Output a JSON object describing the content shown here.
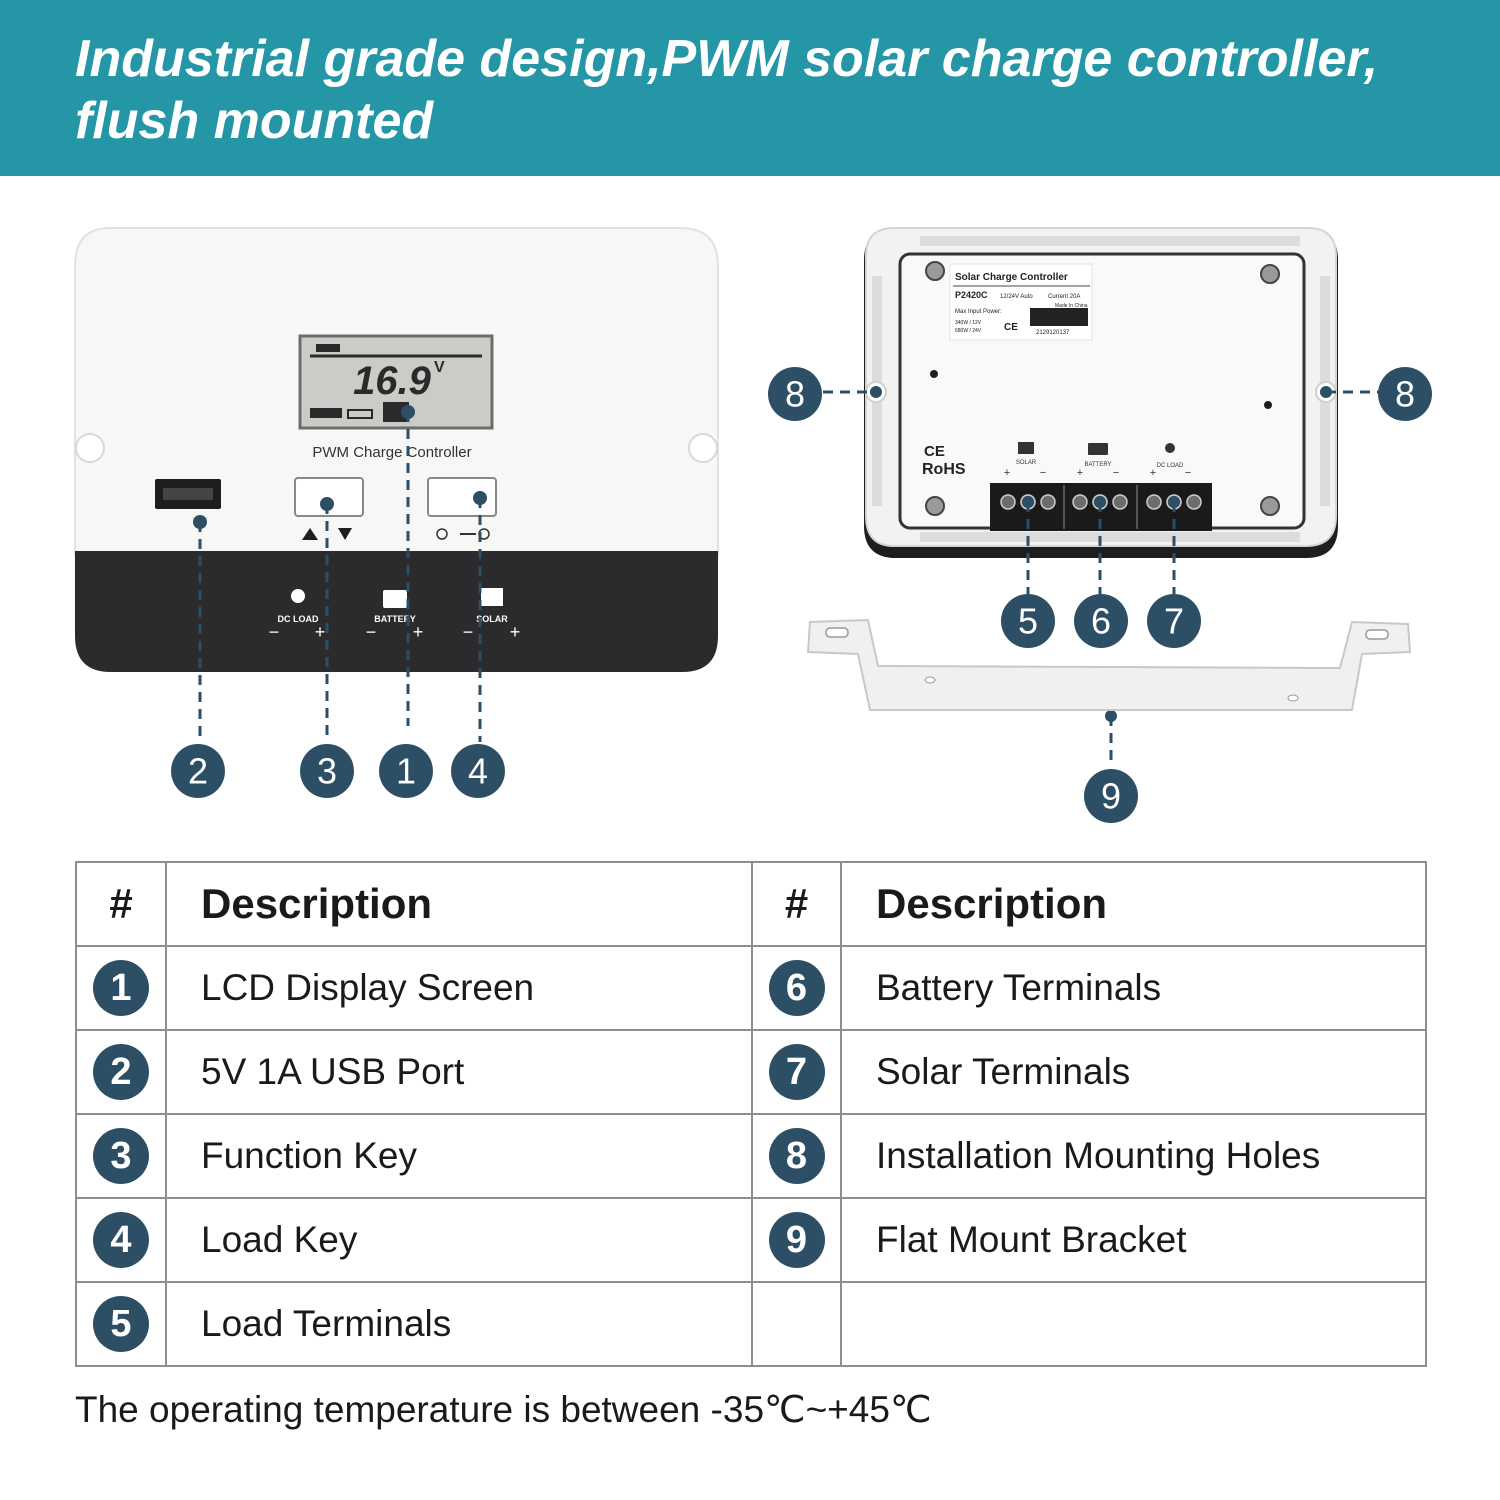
{
  "banner": {
    "title_line1": "Industrial grade design,PWM solar charge controller,",
    "title_line2": "flush mounted"
  },
  "front_panel": {
    "lcd_reading": "16.9",
    "lcd_unit": "V",
    "product_label": "PWM Charge Controller",
    "terminals": [
      {
        "label": "DC LOAD",
        "minus": "−",
        "plus": "+"
      },
      {
        "label": "BATTERY",
        "minus": "−",
        "plus": "+"
      },
      {
        "label": "SOLAR",
        "minus": "−",
        "plus": "+"
      }
    ],
    "callouts": [
      "2",
      "3",
      "1",
      "4"
    ]
  },
  "back_panel": {
    "label_title": "Solar Charge Controller",
    "model": "P2420C",
    "voltage": "12/24V Auto",
    "current": "Current 20A",
    "origin": "Made In China",
    "max_input": "Max Input Power:",
    "power_12": "340W / 12V",
    "power_24": "680W / 24V",
    "serial": "2129120137",
    "ce_mark": "CE",
    "rohs_mark": "RoHS",
    "terminal_labels": [
      "SOLAR",
      "BATTERY",
      "DC LOAD"
    ],
    "plus": "+",
    "minus": "−",
    "callouts_terminals": [
      "5",
      "6",
      "7"
    ],
    "callouts_holes": [
      "8",
      "8"
    ],
    "callout_bracket": "9"
  },
  "table": {
    "header_num": "#",
    "header_desc": "Description",
    "rows": [
      {
        "left_num": "1",
        "left_desc": "LCD Display Screen",
        "right_num": "6",
        "right_desc": "Battery Terminals"
      },
      {
        "left_num": "2",
        "left_desc": "5V 1A USB Port",
        "right_num": "7",
        "right_desc": "Solar Terminals"
      },
      {
        "left_num": "3",
        "left_desc": "Function Key",
        "right_num": "8",
        "right_desc": "Installation Mounting Holes"
      },
      {
        "left_num": "4",
        "left_desc": "Load Key",
        "right_num": "9",
        "right_desc": "Flat Mount Bracket"
      },
      {
        "left_num": "5",
        "left_desc": "Load Terminals",
        "right_num": "",
        "right_desc": ""
      }
    ]
  },
  "footnote": "The operating temperature is between -35℃~+45℃",
  "colors": {
    "banner": "#2496a6",
    "badge": "#2d4f66",
    "panel_dark": "#2b2b2e",
    "panel_light": "#f7f7f5"
  }
}
